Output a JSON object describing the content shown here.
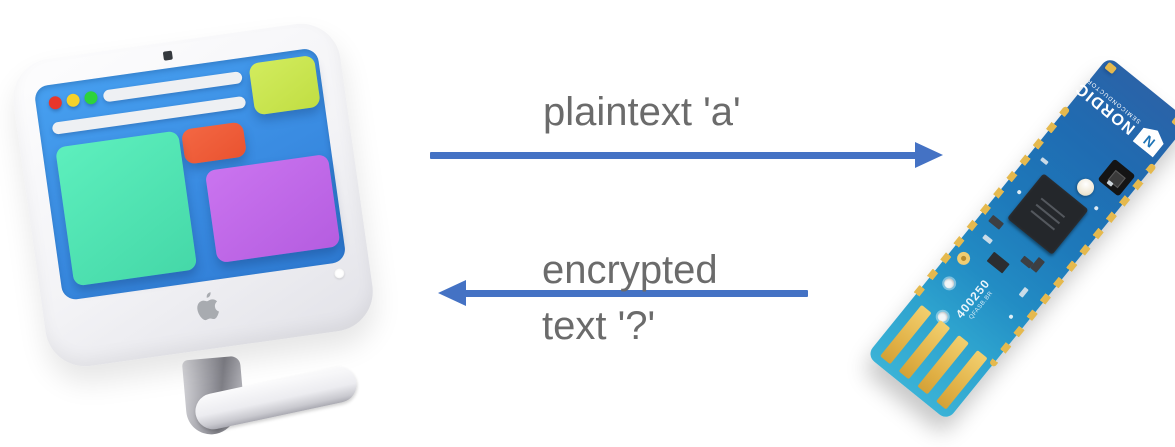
{
  "diagram": {
    "right_arrow_label": "plaintext 'a'",
    "left_arrow_label_lines": [
      "encrypted",
      "text '?'"
    ]
  },
  "computer": {
    "icons": [
      "webcam-dot",
      "apple-logo",
      "power-led"
    ],
    "traffic_light_colors": [
      "#e8362a",
      "#f5d22b",
      "#2dd33c"
    ],
    "panel_colors": {
      "lime": "#c8e44e",
      "orange": "#ef5a36",
      "teal": "#50e2b2",
      "purple": "#c167e6"
    },
    "screen_color": "#3a8ce2"
  },
  "dongle": {
    "logo_letter": "N",
    "brand": "NORDIC",
    "brand_subtitle": "SEMICONDUCTOR",
    "board_number": "400250",
    "board_code": "QFASB.BR",
    "pcb_color": "#1e79ba",
    "pcb_tip_color": "#3ab2d6",
    "gold_color": "#e5b94e"
  },
  "colors": {
    "arrow_blue": "#4472c4",
    "label_gray": "#6b6b6b"
  }
}
